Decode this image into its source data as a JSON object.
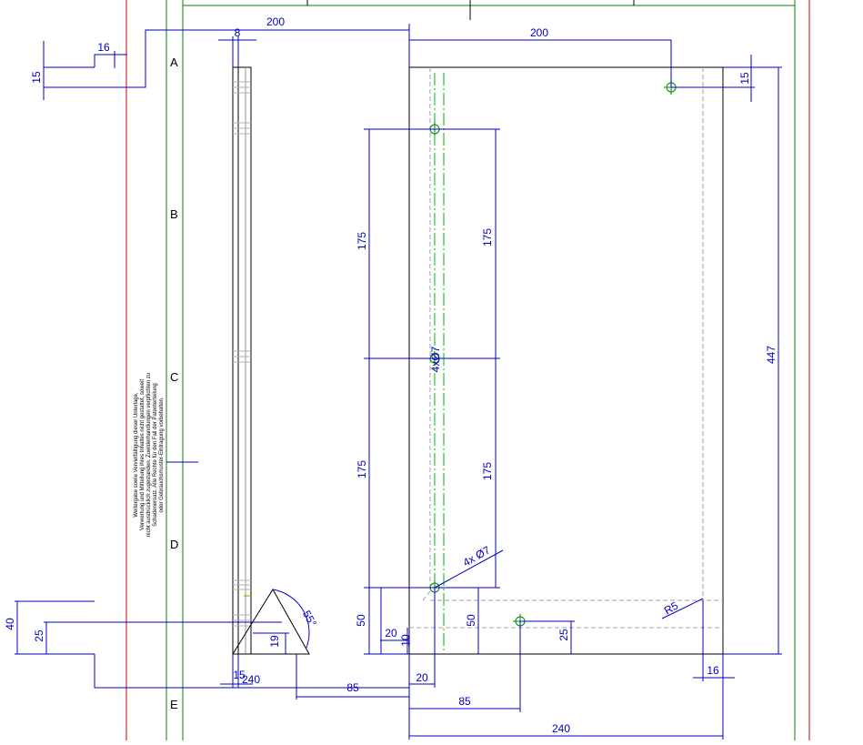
{
  "zones": [
    "A",
    "B",
    "C",
    "D",
    "E"
  ],
  "note_lines": [
    "Weitergabe sowie Vervielfältigung dieser Unterlage,",
    "Verwertung und Mitteilung ihres Inhaltes nicht gestattet, soweit",
    "nicht ausdrücklich zugestanden. Zuwiderhandlungen verpflichten zu",
    "Schadenersatz. Alle Rechte für den Fall der Patenterteilung",
    "oder Gebrauchsmuster-Eintragung vorbehalten."
  ],
  "dims": {
    "top_left_200": "200",
    "top_right_200": "200",
    "thick_8": "8",
    "d16_top": "16",
    "d15_top": "15",
    "d15_right": "15",
    "d175_a": "175",
    "d175_b": "175",
    "d175_c": "175",
    "d175_d": "175",
    "d447": "447",
    "hole_mid": "4xØ7",
    "holes_4x": "4x Ø7",
    "d50_a": "50",
    "d50_b": "50",
    "d20_a": "20",
    "d10": "10",
    "d25_right": "25",
    "r5": "R5",
    "d16_bottom": "16",
    "d20_b": "20",
    "d85_right": "85",
    "d240_bottom": "240",
    "d40": "40",
    "d25_left": "25",
    "d19": "19",
    "d55": "55°",
    "d15_bottom": "15",
    "d240_left": "240",
    "d85_left": "85"
  }
}
